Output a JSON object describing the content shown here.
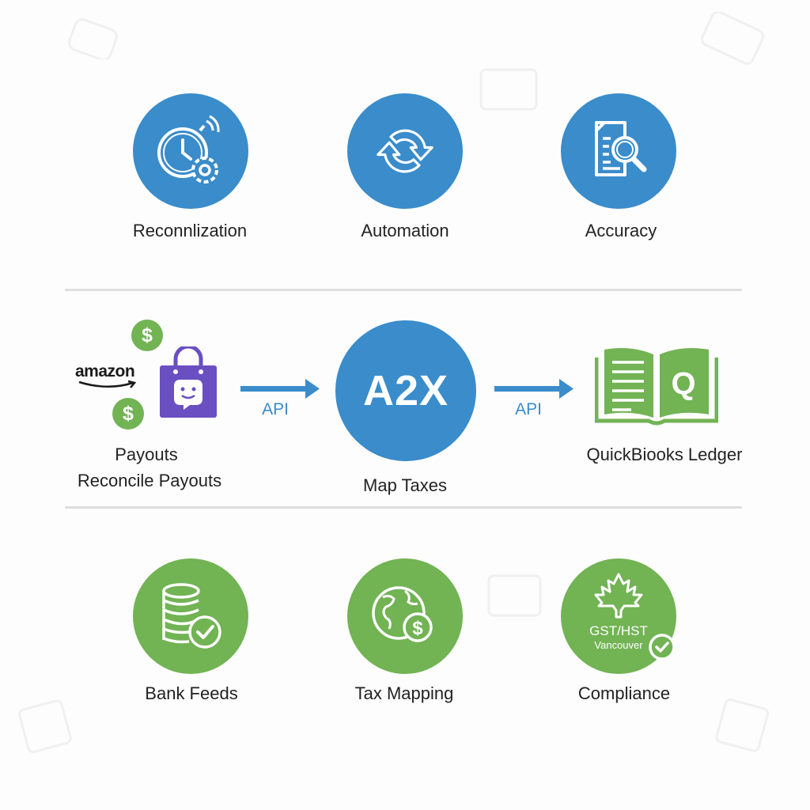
{
  "colors": {
    "blue": "#3a8ccb",
    "green": "#72b354",
    "purple": "#6a4fc2",
    "divider": "#dedede"
  },
  "top_row": [
    {
      "label": "Reconnlization",
      "icon": "stopwatch-gear-icon"
    },
    {
      "label": "Automation",
      "icon": "sync-arrows-icon"
    },
    {
      "label": "Accuracy",
      "icon": "document-magnifier-icon"
    }
  ],
  "flow": {
    "source": {
      "logo_text": "amazon",
      "icon": "shopping-bag-icon",
      "coin_symbol": "$",
      "label_line1": "Payouts",
      "label_line2": "Reconcile Payouts"
    },
    "arrow1_label": "API",
    "hub": {
      "text": "A2X",
      "label": "Map Taxes"
    },
    "arrow2_label": "API",
    "destination": {
      "icon": "ledger-book-icon",
      "book_letter": "Q",
      "label": "QuickBiooks Ledger"
    }
  },
  "bottom_row": [
    {
      "label": "Bank Feeds",
      "icon": "coins-check-icon"
    },
    {
      "label": "Tax Mapping",
      "icon": "globe-dollar-icon",
      "coin_symbol": "$"
    },
    {
      "label": "Compliance",
      "icon": "maple-leaf-check-icon",
      "badge_line1": "GST/HST",
      "badge_line2": "Vancouver"
    }
  ]
}
